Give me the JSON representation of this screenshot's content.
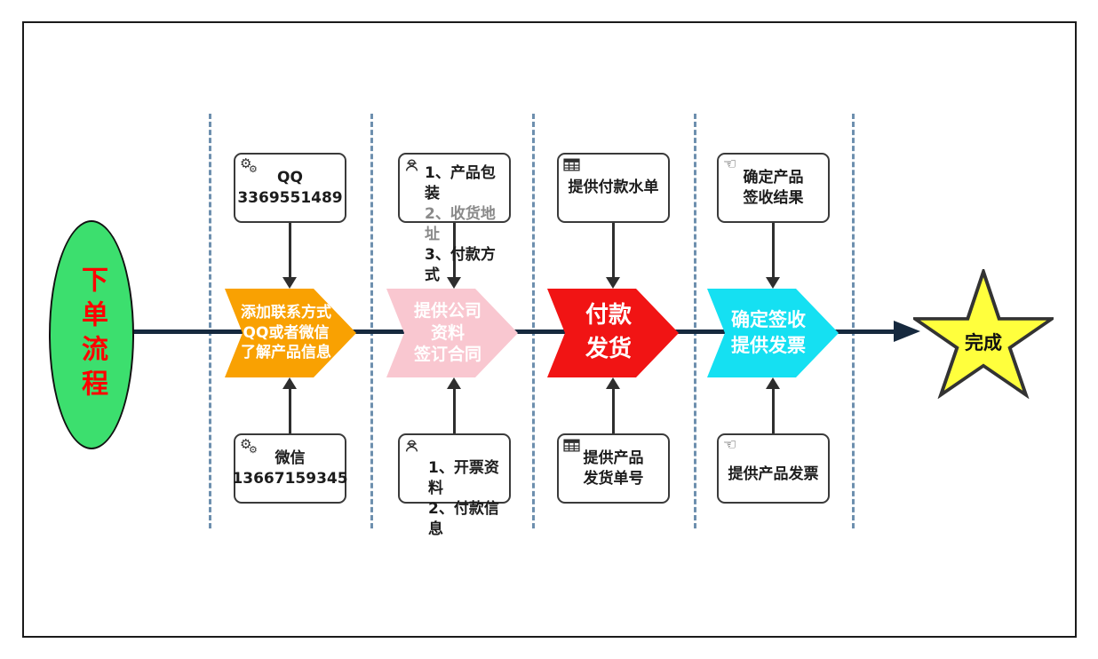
{
  "diagram": {
    "start": {
      "label": "下单流程"
    },
    "steps": [
      {
        "lines": [
          "添加联系方式",
          "QQ或者微信",
          "了解产品信息"
        ],
        "color": "#f9a102"
      },
      {
        "lines": [
          "提供公司",
          "资料",
          "签订合同"
        ],
        "color": "#f9c7d0"
      },
      {
        "lines": [
          "付款",
          "发货"
        ],
        "color": "#f11414"
      },
      {
        "lines": [
          "确定签收",
          "提供发票"
        ],
        "color": "#15e0f2"
      }
    ],
    "end": {
      "label": "完成",
      "color": "#ffff3d"
    },
    "top_notes": [
      {
        "icon": "gears-icon",
        "lines": [
          "QQ",
          "3369551489"
        ]
      },
      {
        "icon": "worker-icon",
        "lines": [
          "1、产品包装",
          "2、收货地址",
          "3、付款方式"
        ]
      },
      {
        "icon": "table-icon",
        "lines": [
          "提供付款水单"
        ]
      },
      {
        "icon": "pointing-hand-icon",
        "lines": [
          "确定产品",
          "签收结果"
        ]
      }
    ],
    "bottom_notes": [
      {
        "icon": "gears-icon",
        "lines": [
          "微信",
          "13667159345"
        ]
      },
      {
        "icon": "worker-icon",
        "lines": [
          "1、开票资料",
          "2、付款信息"
        ]
      },
      {
        "icon": "table-icon",
        "lines": [
          "提供产品",
          "发货单号"
        ]
      },
      {
        "icon": "pointing-hand-icon",
        "lines": [
          "提供产品发票"
        ]
      }
    ]
  },
  "icons": {
    "gears_glyph": "⚙",
    "hand_glyph": "☜"
  },
  "colors": {
    "start_fill": "#3cdf6e",
    "start_text": "#ff0000",
    "flow_line": "#16293e",
    "lane_divider": "#6d8fae",
    "box_border": "#3a3a3a",
    "muted_text": "#8a8a8a"
  }
}
